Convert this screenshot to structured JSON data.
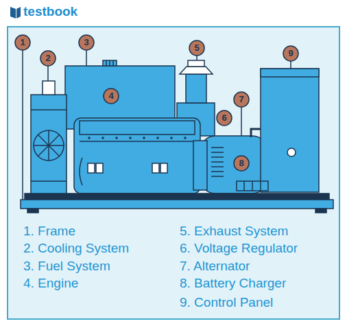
{
  "diagram": {
    "labels": [
      "testbook",
      "1",
      "2",
      "3",
      "4",
      "5",
      "6",
      "7",
      "8",
      "9",
      "1. Frame",
      "2. Cooling System",
      "3. Fuel System",
      "4. Engine",
      "5. Exhaust System",
      "6. Voltage Regulator",
      "7. Alternator",
      "8. Battery Charger",
      "9. Control Panel"
    ]
  }
}
